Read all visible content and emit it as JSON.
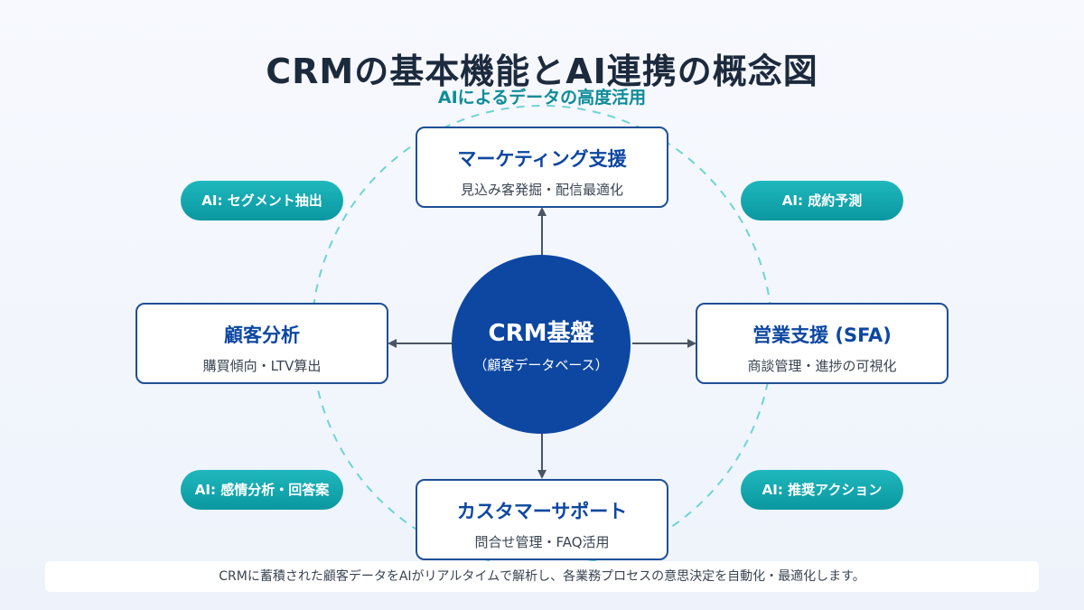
{
  "title": "CRMの基本機能とAI連携の概念図",
  "subtitle": "AIによるデータの高度活用",
  "center": {
    "title": "CRM基盤",
    "subtitle": "（顧客データベース）"
  },
  "modules": {
    "marketing": {
      "title": "マーケティング支援",
      "subtitle": "見込み客発掘・配信最適化"
    },
    "sales": {
      "title": "営業支援 (SFA)",
      "subtitle": "商談管理・進捗の可視化"
    },
    "support": {
      "title": "カスタマーサポート",
      "subtitle": "問合せ管理・FAQ活用"
    },
    "analytics": {
      "title": "顧客分析",
      "subtitle": "購買傾向・LTV算出"
    }
  },
  "ai_badges": {
    "segment": "AI: セグメント抽出",
    "prediction": "AI: 成約予測",
    "sentiment": "AI: 感情分析・回答案",
    "action": "AI: 推奨アクション"
  },
  "footer": "CRMに蓄積された顧客データをAIがリアルタイムで解析し、各業務プロセスの意思決定を自動化・最適化します。",
  "colors": {
    "primary": "#0d47a1",
    "accent": "#12a7ae",
    "ring": "#6fd3d6",
    "arrow": "#4a5563",
    "title": "#1c2a3d"
  }
}
